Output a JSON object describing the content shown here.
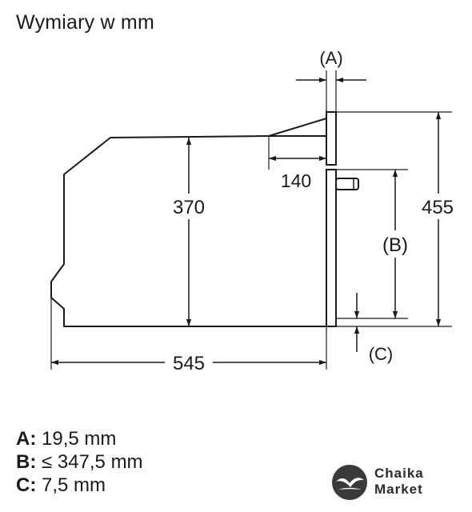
{
  "title": "Wymiary w mm",
  "dimensions": {
    "a_label": "(A)",
    "b_label": "(B)",
    "c_label": "(C)",
    "width": "545",
    "height": "370",
    "total_height": "455",
    "step": "140"
  },
  "legend": [
    {
      "key": "A:",
      "value": "19,5 mm"
    },
    {
      "key": "B:",
      "value": "≤ 347,5 mm"
    },
    {
      "key": "C:",
      "value": "7,5 mm"
    }
  ],
  "logo": {
    "line1": "Chaika",
    "line2": "Market"
  }
}
